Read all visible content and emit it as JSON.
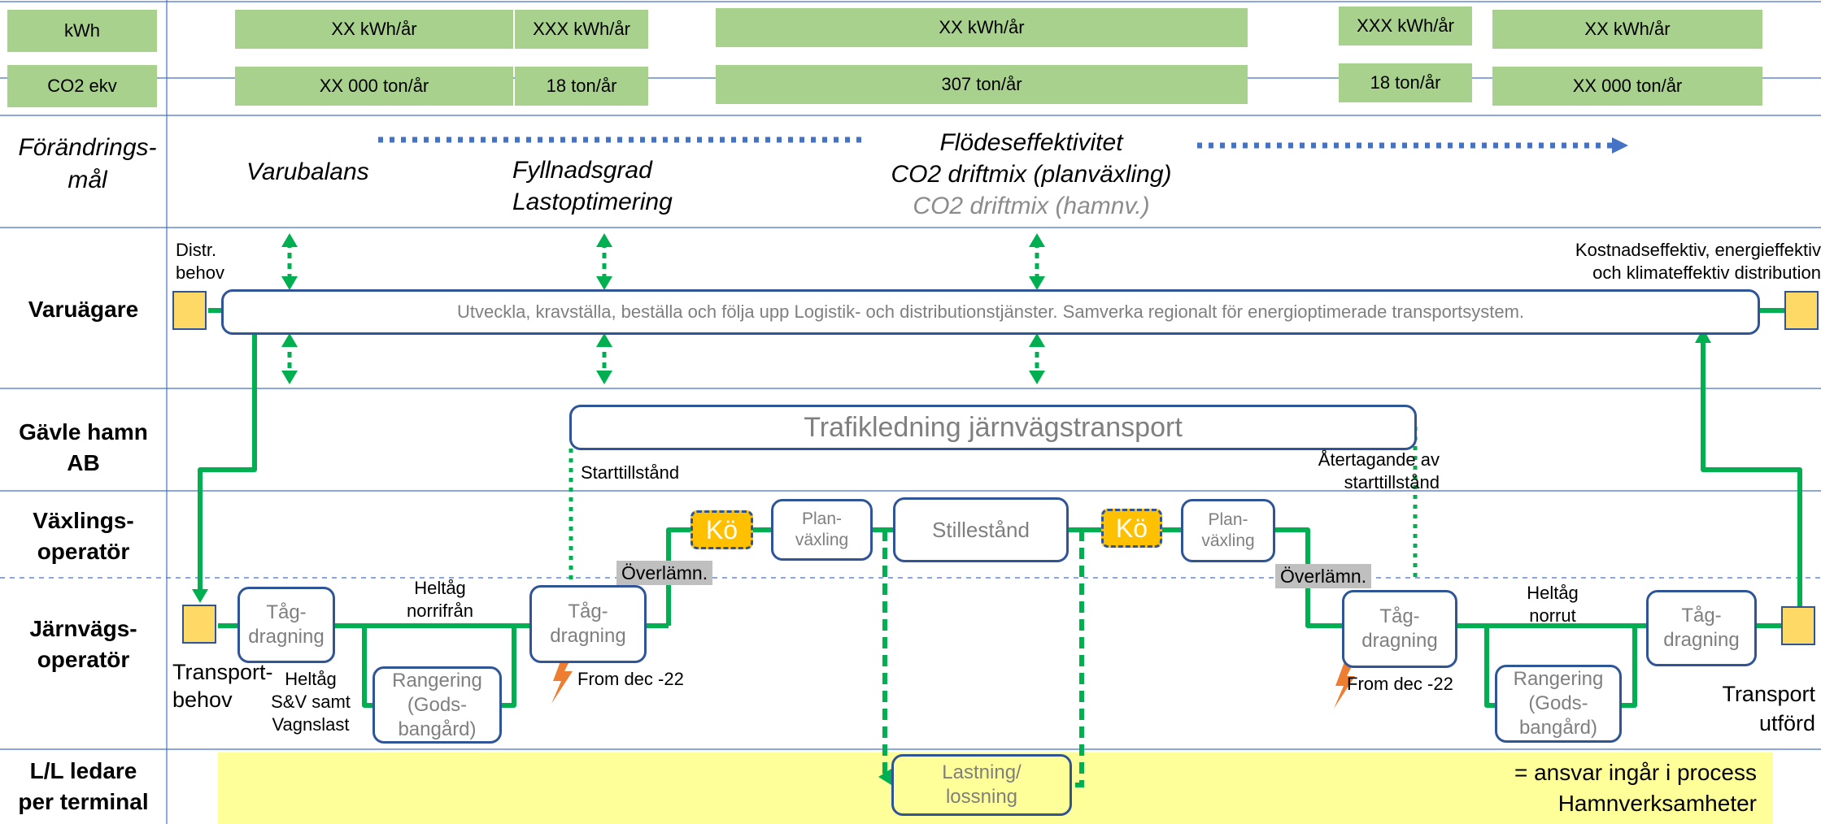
{
  "kwh_row": {
    "label": "kWh",
    "values": [
      "XX kWh/år",
      "XXX kWh/år",
      "XX kWh/år",
      "XXX kWh/år",
      "XX kWh/år"
    ]
  },
  "co2_row": {
    "label": "CO2 ekv",
    "values": [
      "XX 000 ton/år",
      "18 ton/år",
      "307 ton/år",
      "18 ton/år",
      "XX 000 ton/år"
    ]
  },
  "rows": {
    "forandringsmal_1": "Förändrings-",
    "forandringsmal_2": "mål",
    "varuagare": "Varuägare",
    "gavle_1": "Gävle hamn",
    "gavle_2": "AB",
    "vaxling_1": "Växlings-",
    "vaxling_2": "operatör",
    "jarnvag_1": "Järnvägs-",
    "jarnvag_2": "operatör",
    "ll_1": "L/L ledare",
    "ll_2": "per terminal"
  },
  "goals": {
    "varubalans": "Varubalans",
    "fyllnadsgrad": "Fyllnadsgrad",
    "lastoptimering": "Lastoptimering",
    "flodeseffektivitet": "Flödeseffektivitet",
    "co2_planvaxling": "CO2 driftmix (planväxling)",
    "co2_hamnv": "CO2 driftmix (hamnv.)"
  },
  "varuagare": {
    "distr_1": "Distr.",
    "distr_2": "behov",
    "main_text": "Utveckla, kravställa, beställa och följa upp Logistik- och distributionstjänster. Samverka regionalt för energioptimerade transportsystem.",
    "right_1": "Kostnadseffektiv, energieffektiv",
    "right_2": "och klimateffektiv distribution"
  },
  "gavle": {
    "trafikledning": "Trafikledning järnvägstransport",
    "starttillstand": "Starttillstånd",
    "atertagande_1": "Återtagande av",
    "atertagande_2": "starttillstånd"
  },
  "process": {
    "ko": "Kö",
    "plan_1": "Plan-",
    "plan_2": "växling",
    "stillestand": "Stillestånd",
    "overlamn": "Överlämn.",
    "tag_1": "Tåg-",
    "tag_2": "dragning",
    "rang_1": "Rangering",
    "rang_2": "(Gods-",
    "rang_3": "bangård)",
    "heltag_norr_1": "Heltåg",
    "heltag_norr_2": "norrifrån",
    "heltag_sv_1": "Heltåg",
    "heltag_sv_2": "S&V samt",
    "heltag_sv_3": "Vagnslast",
    "heltag_norrut_1": "Heltåg",
    "heltag_norrut_2": "norrut",
    "from_dec": "From dec -22",
    "transportbehov_1": "Transport-",
    "transportbehov_2": "behov",
    "transport_utford_1": "Transport",
    "transport_utford_2": "utförd",
    "lastning_1": "Lastning/",
    "lastning_2": "lossning"
  },
  "legend": {
    "line1": "= ansvar ingår i process",
    "line2": "Hamnverksamheter"
  },
  "colors": {
    "green_line": "#00b050",
    "blue_border": "#2f5597",
    "queue_fill": "#ffc000",
    "light_green": "#a9d18e",
    "yellow_band": "#ffff99",
    "dotted_arrow": "#4472c4",
    "lightning": "#ed7d31"
  }
}
